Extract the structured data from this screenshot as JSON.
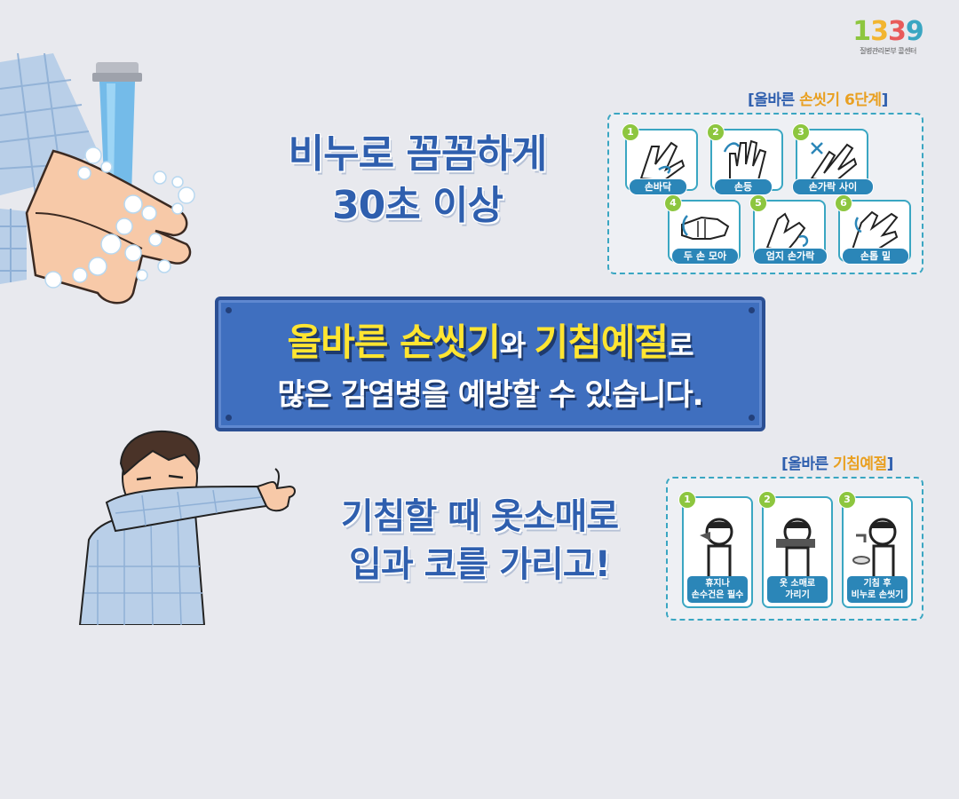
{
  "logo": {
    "digits": [
      "1",
      "3",
      "3",
      "9"
    ],
    "digit_colors": [
      "#8dc63f",
      "#f2b530",
      "#e85a5a",
      "#3aa6c2"
    ],
    "sub": "질병관리본부 콜센터"
  },
  "headline_top": {
    "line1": "비누로 꼼꼼하게",
    "line2": "30초 이상"
  },
  "headline_bottom": {
    "line1": "기침할 때 옷소매로",
    "line2": "입과 코를 가리고!"
  },
  "banner": {
    "line1_part1": "올바른 손씻기",
    "line1_part2": "와 ",
    "line1_part3": "기침예절",
    "line1_part4": "로",
    "line2": "많은 감염병을 예방할 수 있습니다."
  },
  "handwash": {
    "title_prefix": "[올바른 ",
    "title_highlight": "손씻기 6단계",
    "title_suffix": "]",
    "steps": [
      {
        "num": "1",
        "label": "손바닥"
      },
      {
        "num": "2",
        "label": "손등"
      },
      {
        "num": "3",
        "label": "손가락 사이"
      },
      {
        "num": "4",
        "label": "두 손 모아"
      },
      {
        "num": "5",
        "label": "엄지 손가락"
      },
      {
        "num": "6",
        "label": "손톱 밑"
      }
    ]
  },
  "cough": {
    "title_prefix": "[올바른 ",
    "title_highlight": "기침예절",
    "title_suffix": "]",
    "steps": [
      {
        "num": "1",
        "line1": "휴지나",
        "line2": "손수건은 필수"
      },
      {
        "num": "2",
        "line1": "옷 소매로",
        "line2": "가리기"
      },
      {
        "num": "3",
        "line1": "기침 후",
        "line2": "비누로 손씻기"
      }
    ]
  },
  "colors": {
    "accent_blue": "#2f5fae",
    "banner_blue": "#3f6fbf",
    "highlight_yellow": "#ffe531",
    "teal": "#3aa6c2",
    "background": "#e8e9ee"
  }
}
